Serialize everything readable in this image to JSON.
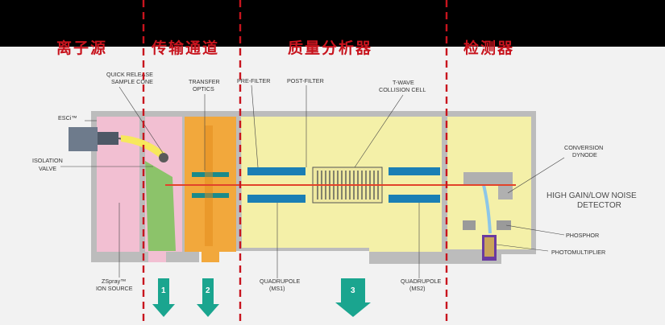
{
  "sections": [
    {
      "label": "离子源"
    },
    {
      "label": "传输通道"
    },
    {
      "label": "质量分析器"
    },
    {
      "label": "检测器"
    }
  ],
  "labels": {
    "esci": "ESCi™",
    "isolation_valve_1": "ISOLATION",
    "isolation_valve_2": "VALVE",
    "quick_release_1": "QUICK RELEASE",
    "quick_release_2": "SAMPLE CONE",
    "transfer_1": "TRANSFER",
    "transfer_2": "OPTICS",
    "pre_filter": "PRE-FILTER",
    "post_filter": "POST-FILTER",
    "twave_1": "T-WAVE",
    "twave_2": "COLLISION CELL",
    "conversion_1": "CONVERSION",
    "conversion_2": "DYNODE",
    "detector_1": "HIGH GAIN/LOW NOISE",
    "detector_2": "DETECTOR",
    "phosphor": "PHOSPHOR",
    "photomultiplier": "PHOTOMULTIPLIER",
    "zspray_1": "ZSpray™",
    "zspray_2": "ION SOURCE",
    "quad1_1": "QUADRUPOLE",
    "quad1_2": "(MS1)",
    "quad2_1": "QUADRUPOLE",
    "quad2_2": "(MS2)"
  },
  "pump_arrows": [
    "1",
    "2",
    "3"
  ],
  "colors": {
    "divider": "#c8141e",
    "section_label": "#c8141e",
    "source": "#f2bfd2",
    "transfer": "#f2a83c",
    "analyzer": "#f4f0a8",
    "beam": "#e2432a",
    "rods": "#1b7fb4",
    "pump_arrow": "#1aa58f"
  }
}
